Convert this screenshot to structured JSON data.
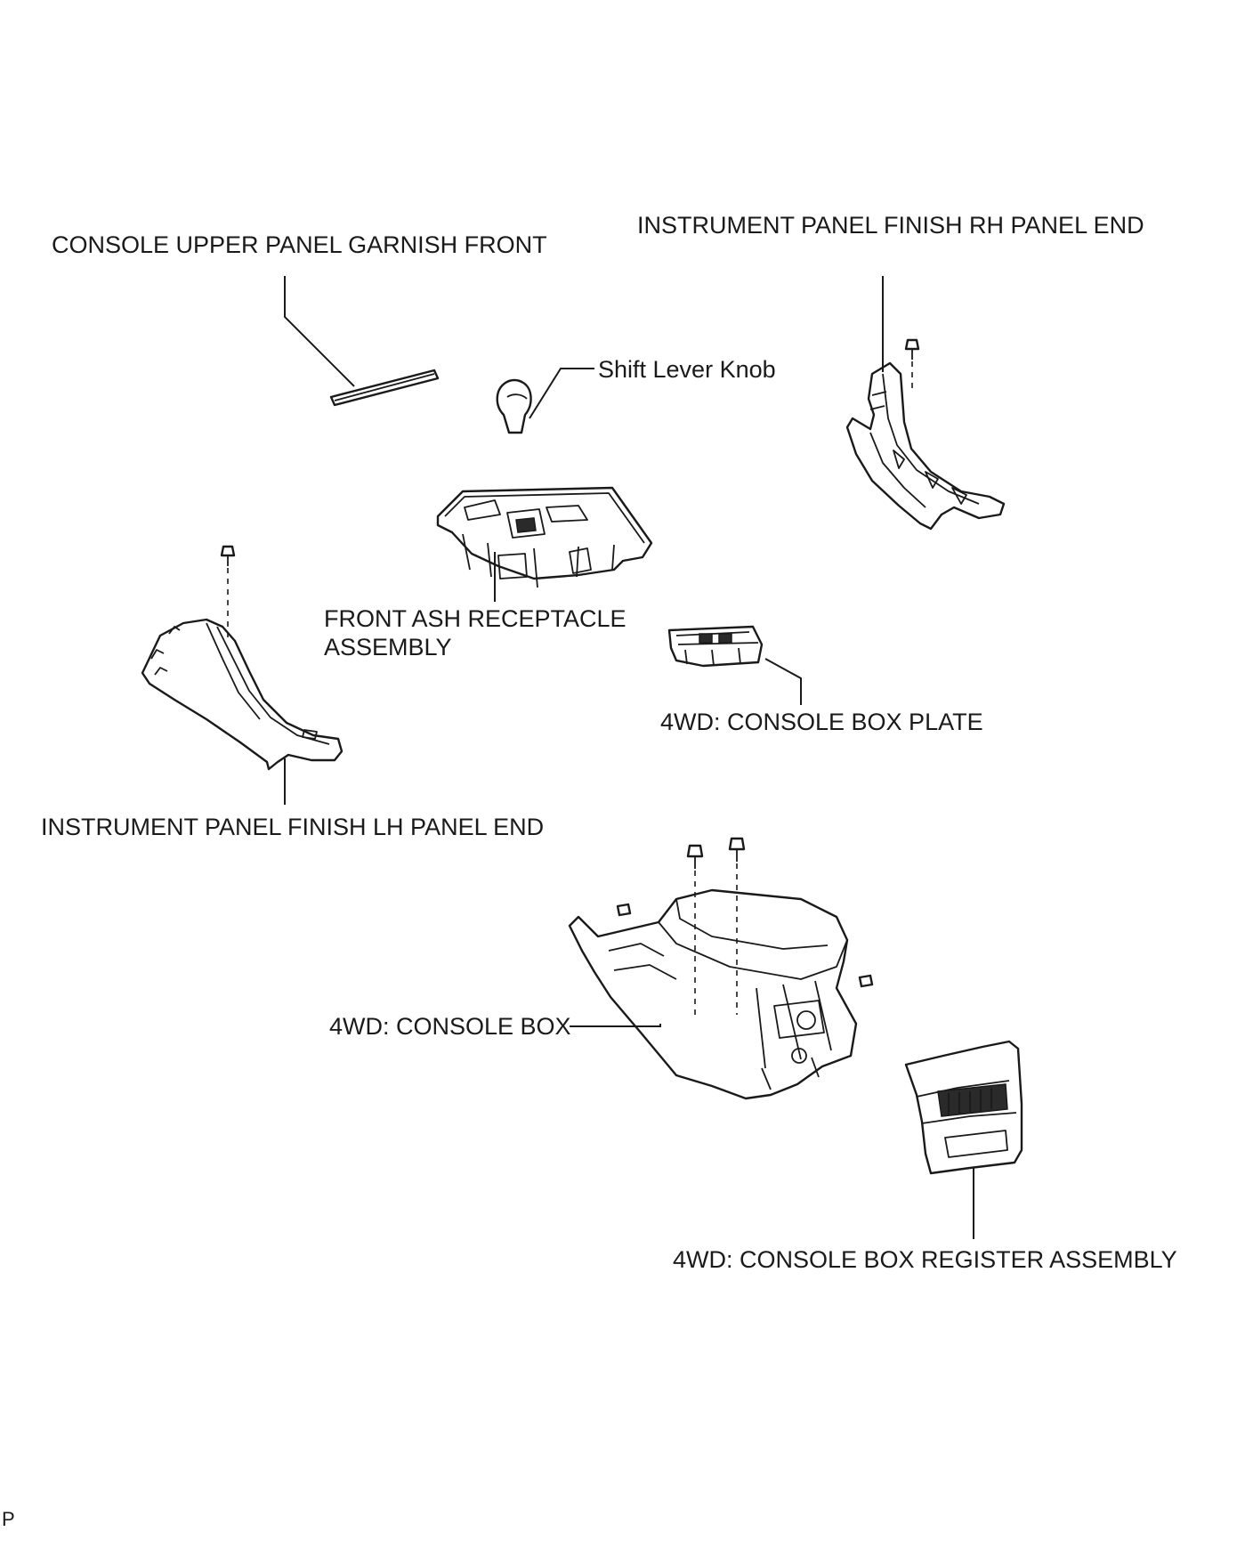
{
  "labels": {
    "console_upper_panel_garnish_front": "CONSOLE UPPER PANEL GARNISH FRONT",
    "instrument_panel_finish_rh_panel_end": "INSTRUMENT PANEL FINISH RH PANEL END",
    "shift_lever_knob": "Shift Lever Knob",
    "front_ash_receptacle_assembly_line1": "FRONT ASH RECEPTACLE",
    "front_ash_receptacle_assembly_line2": "ASSEMBLY",
    "console_box_plate": "4WD:  CONSOLE BOX PLATE",
    "instrument_panel_finish_lh_panel_end": "INSTRUMENT PANEL FINISH LH PANEL END",
    "console_box": "4WD:  CONSOLE BOX",
    "console_box_register_assembly": "4WD:  CONSOLE BOX REGISTER ASSEMBLY",
    "corner_mark": "P"
  }
}
